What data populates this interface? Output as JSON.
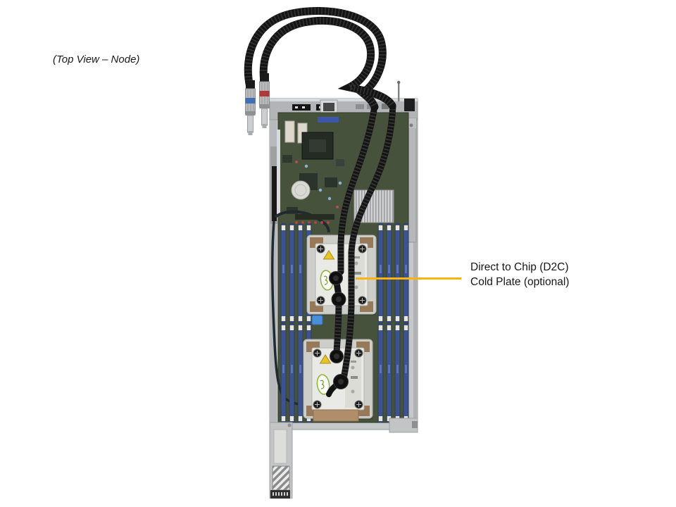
{
  "caption": {
    "text": "(Top View – Node)"
  },
  "callout": {
    "line1": "Direct to Chip (D2C)",
    "line2": "Cold Plate (optional)"
  },
  "figure": {
    "parts": [
      "cooling-hose-loop",
      "quick-disconnect-fitting-blue",
      "quick-disconnect-fitting-red",
      "node-tray",
      "rear-io-panel",
      "motherboard-pcb",
      "cmos-battery",
      "chipset-heatsink",
      "air-shroud",
      "dimm-bank-cpu1-left",
      "dimm-bank-cpu1-right",
      "dimm-bank-cpu2-left",
      "dimm-bank-cpu2-right",
      "cpu1-cold-plate",
      "cpu2-cold-plate",
      "coolant-tube-a",
      "coolant-tube-b",
      "bottom-latch"
    ]
  },
  "colors": {
    "background": "#ffffff",
    "text": "#1a1a1a",
    "accent": "#F9B412",
    "tray_gray": "#c7c8ca",
    "panel_gray": "#b3b4b7",
    "pcb_green": "#46523c",
    "dimm_blue": "#3c5390",
    "hose_black": "#141414",
    "cold_plate": "#e9e9e5",
    "copper": "#b08e6b",
    "fitting_blue": "#3f6fb5",
    "fitting_red": "#b03a3a"
  }
}
